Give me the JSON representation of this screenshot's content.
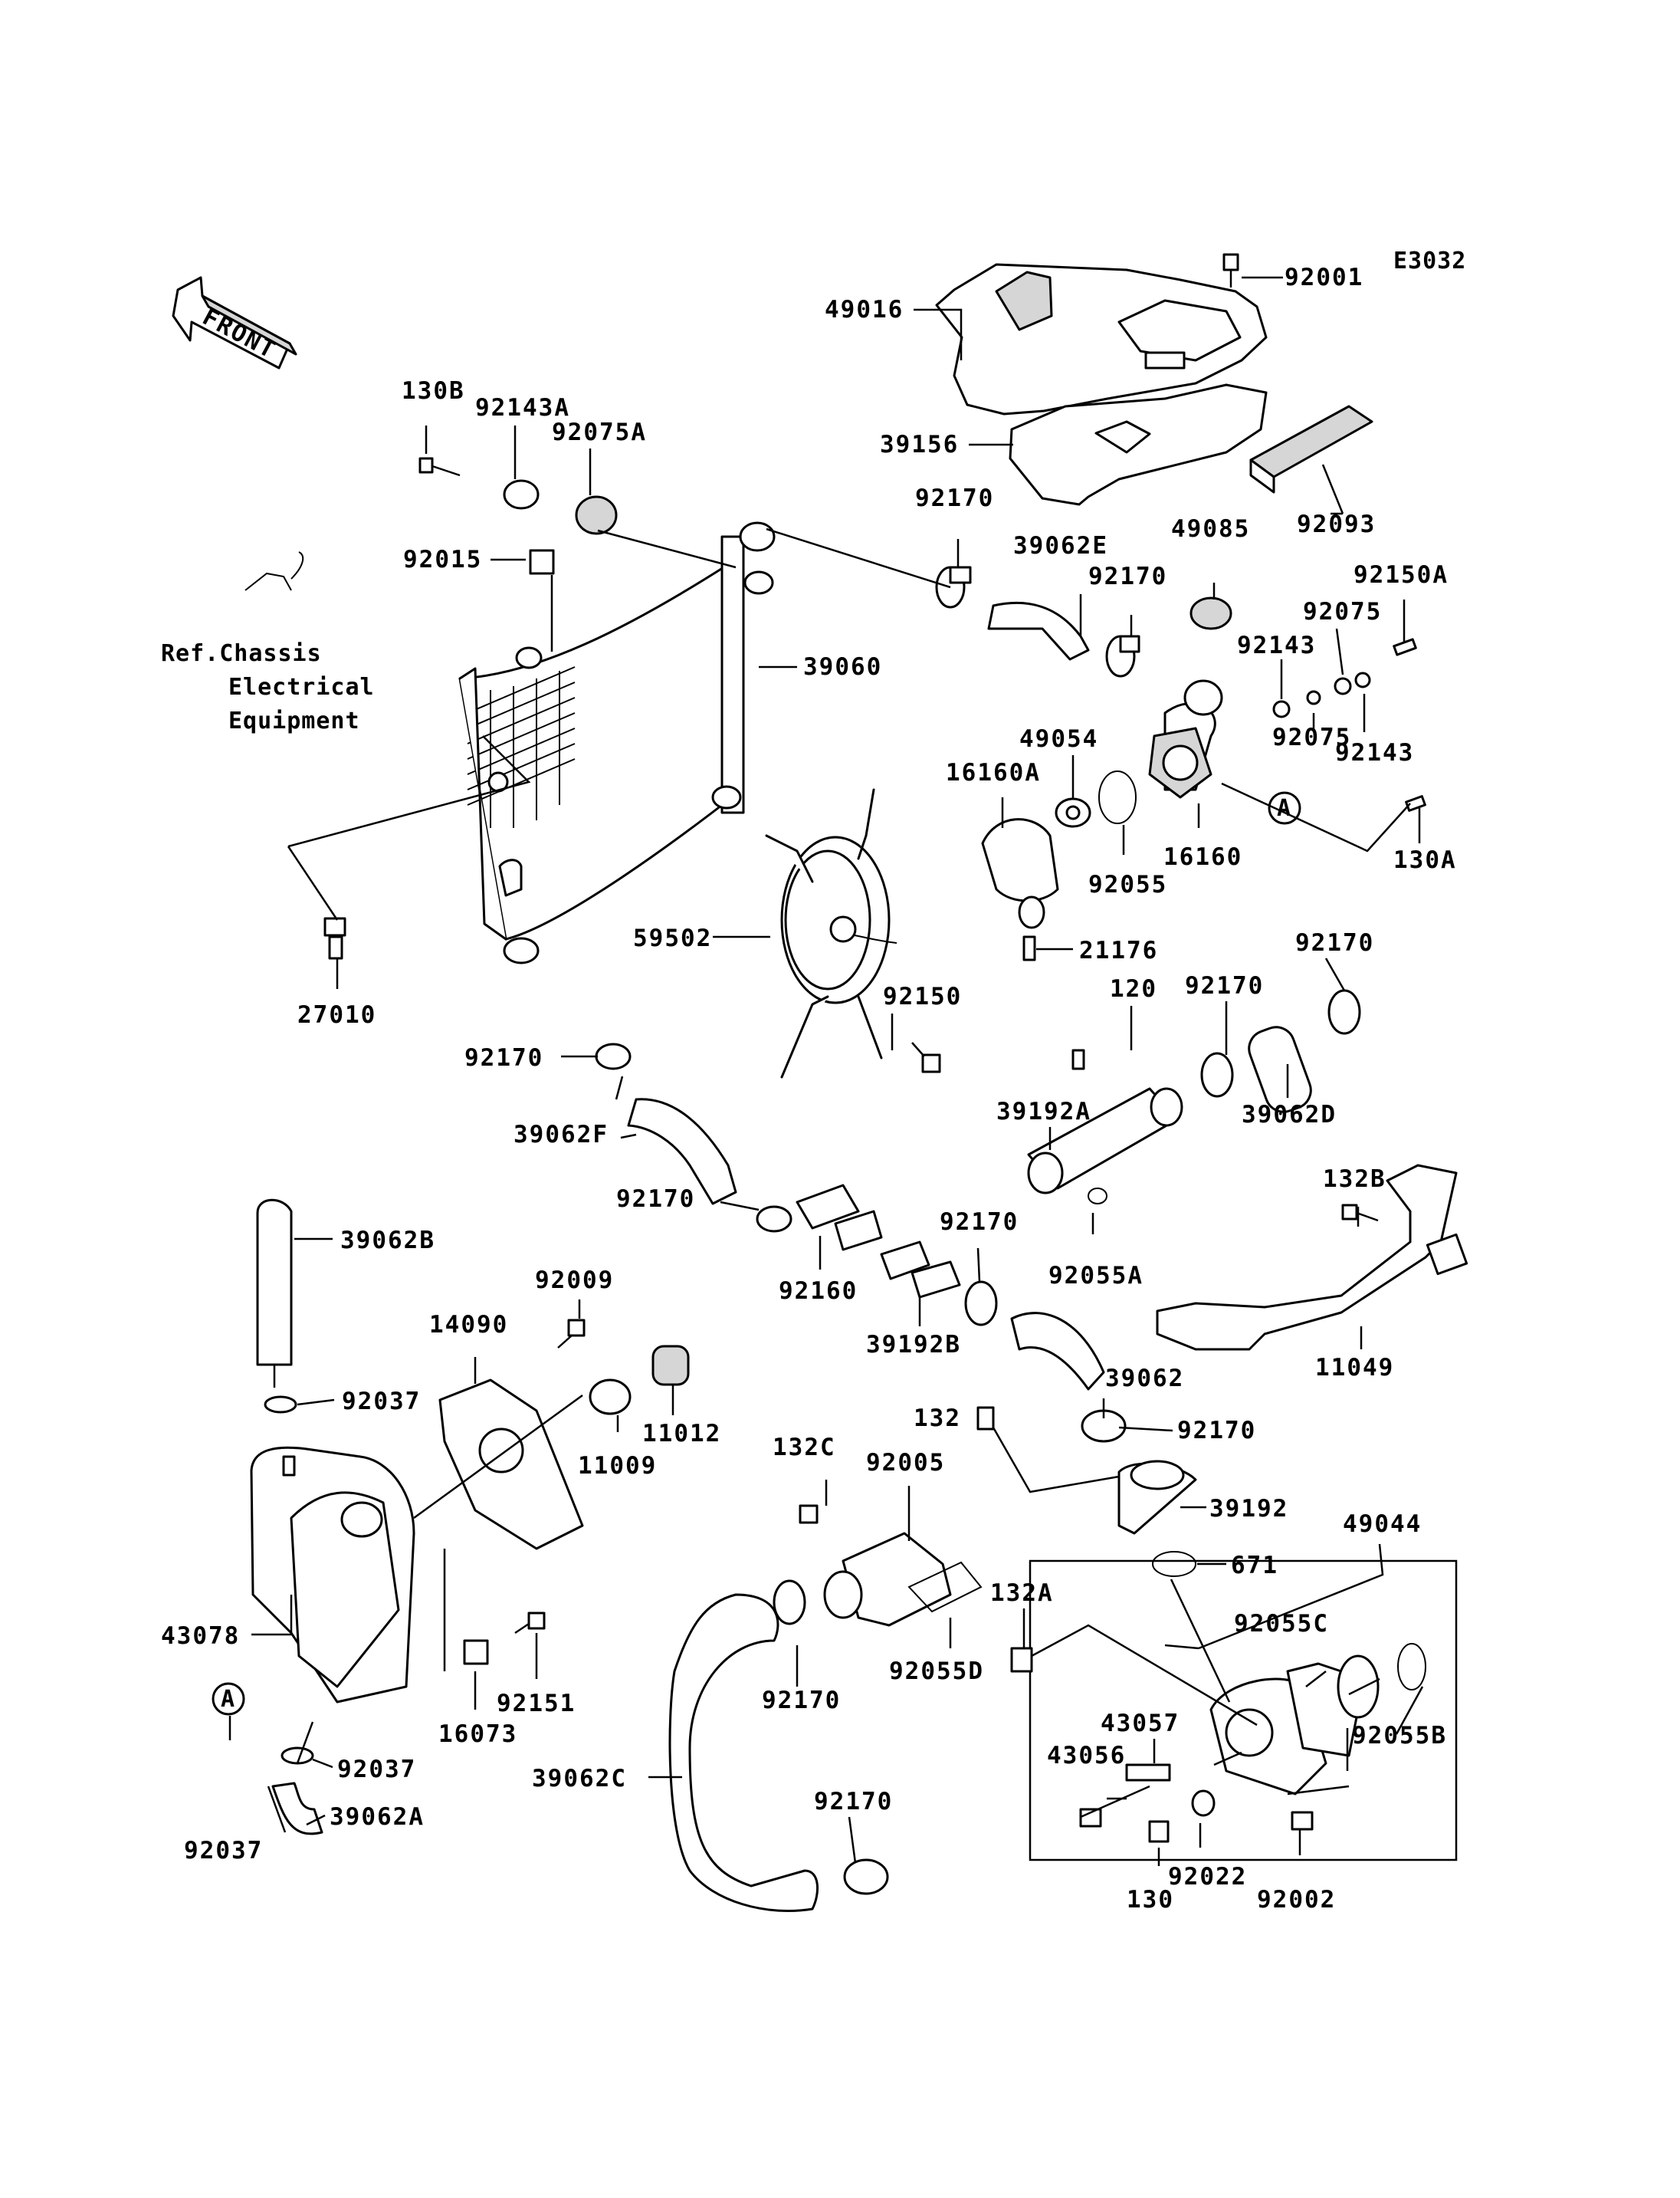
{
  "diagram": {
    "code": "E3032",
    "front_label": "FRONT",
    "reference_lines": [
      "Ref.Chassis",
      "Electrical",
      "Equipment"
    ],
    "marker_a": "A",
    "labels": {
      "l92001": "92001",
      "l49016": "49016",
      "l39156": "39156",
      "l92093": "92093",
      "l130B": "130B",
      "l92143A": "92143A",
      "l92075A": "92075A",
      "l92015": "92015",
      "l92170_a": "92170",
      "l39062E": "39062E",
      "l49085": "49085",
      "l92170_b": "92170",
      "l92150A": "92150A",
      "l92075_a": "92075",
      "l92143_a": "92143",
      "l92143_b": "92143",
      "l92075_b": "92075",
      "l39060": "39060",
      "l49054": "49054",
      "l16160A": "16160A",
      "l92055": "92055",
      "l16160": "16160",
      "l130A": "130A",
      "l59502": "59502",
      "l21176": "21176",
      "l27010": "27010",
      "l92150": "92150",
      "l92170_c": "92170",
      "l120": "120",
      "l92170_d": "92170",
      "l92170_e": "92170",
      "l39192A": "39192A",
      "l39062D": "39062D",
      "l39062F": "39062F",
      "l132B": "132B",
      "l92170_f": "92170",
      "l92055A": "92055A",
      "l39062B": "39062B",
      "l92009": "92009",
      "l92170_g": "92170",
      "l92160": "92160",
      "l39192B": "39192B",
      "l14090": "14090",
      "l11049": "11049",
      "l92037_a": "92037",
      "l39062": "39062",
      "l11012": "11012",
      "l11009": "11009",
      "l132": "132",
      "l92170_h": "92170",
      "l132C": "132C",
      "l92005": "92005",
      "l39192": "39192",
      "l49044": "49044",
      "l671": "671",
      "l43078": "43078",
      "l132A": "132A",
      "l92055C": "92055C",
      "l92151": "92151",
      "l16073": "16073",
      "l92170_i": "92170",
      "l92055D": "92055D",
      "l43057": "43057",
      "l92055B": "92055B",
      "l43056": "43056",
      "l92037_b": "92037",
      "l39062C": "39062C",
      "l39062A": "39062A",
      "l92170_j": "92170",
      "l92037_c": "92037",
      "l92022": "92022",
      "l130": "130",
      "l92002": "92002"
    }
  }
}
